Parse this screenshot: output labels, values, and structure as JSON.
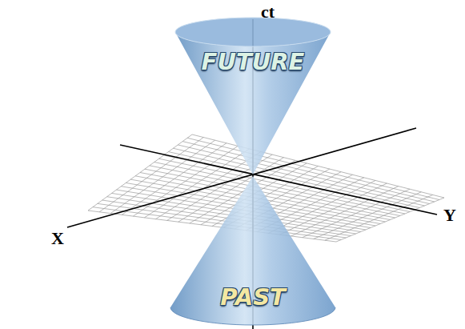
{
  "diagram": {
    "nodes": [
      {
        "text": [
          "FUTURE"
        ]
      },
      {
        "text": [
          "PAST"
        ]
      }
    ],
    "labels": [
      "ct",
      "X",
      "Y"
    ]
  }
}
